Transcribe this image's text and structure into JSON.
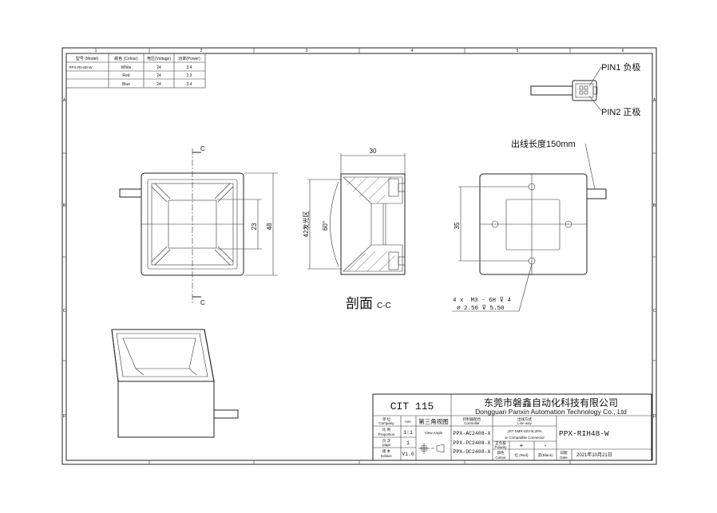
{
  "frame": {
    "columns": [
      "1",
      "2",
      "3",
      "4",
      "5",
      "6"
    ],
    "rows": [
      "A",
      "B",
      "C",
      "D"
    ]
  },
  "spec_table": {
    "headers": [
      "型号 (Model)",
      "颜色 (Colour)",
      "电压(Voltage)",
      "功率(Power)"
    ],
    "rows": [
      [
        "PPX-RIH48-W",
        "White",
        "24",
        "3.4"
      ],
      [
        "",
        "Red",
        "24",
        "2.3"
      ],
      [
        "",
        "Blue",
        "24",
        "3.4"
      ]
    ]
  },
  "connector": {
    "pin1": "PIN1 负极",
    "pin2": "PIN2 正极"
  },
  "front_view": {
    "section_mark": "C",
    "dim_inner": "23",
    "dim_outer": "48"
  },
  "section_view": {
    "dim_depth": "30",
    "dim_window": "42发光区",
    "angle": "60°",
    "label": "剖面",
    "label_suffix": "C-C"
  },
  "back_view": {
    "cable_length": "出线长度150mm",
    "dim_holes": "35",
    "hole_spec_1": "4 x  M3 - 6H ⊽ 4",
    "hole_spec_2": "⌀ 2.50 ⊽ 5.50"
  },
  "title_block": {
    "drawing_no": "CIT 115",
    "company_cn": "东莞市磐鑫自动化科技有限公司",
    "company_en": "Dongguan Panxin Automation Technology Co., Ltd",
    "unit_label": "单 位",
    "unit_label_en": "Company",
    "unit_value": "mm",
    "proportion_label": "比 例",
    "proportion_label_en": "Proportion",
    "proportion_value": "1:1",
    "page_label": "页 次",
    "page_label_en": "page",
    "page_value": "1",
    "edition_label": "版 本",
    "edition_label_en": "Edition",
    "edition_value": "V1.0",
    "view_cn": "第三角视图",
    "view_en": "View Angle",
    "controller_header_cn": "控制器配合",
    "controller_header_en": "Controller",
    "controllers": [
      "PPX-AC2408-X",
      "PPX-PC2408-X",
      "PPX-DC2408-X"
    ],
    "lineway_header_cn": "出线方式",
    "lineway_header_en": "Line way",
    "lineway_1": "JST SMR-02V-B,2Pin",
    "lineway_2": "or Compatible Connector",
    "polarity_label_cn": "正负极",
    "polarity_label_en": "Polarity",
    "polarity_plus": "+",
    "polarity_minus": "-",
    "colour_label_cn": "颜色",
    "colour_label_en": "Colour",
    "colour_red": "红 (Red)",
    "colour_black": "黑(Black)",
    "model": "PPX-RIH48-W",
    "date_label_cn": "日期",
    "date_label_en": "Date",
    "date_value": "2021年10月21日"
  }
}
